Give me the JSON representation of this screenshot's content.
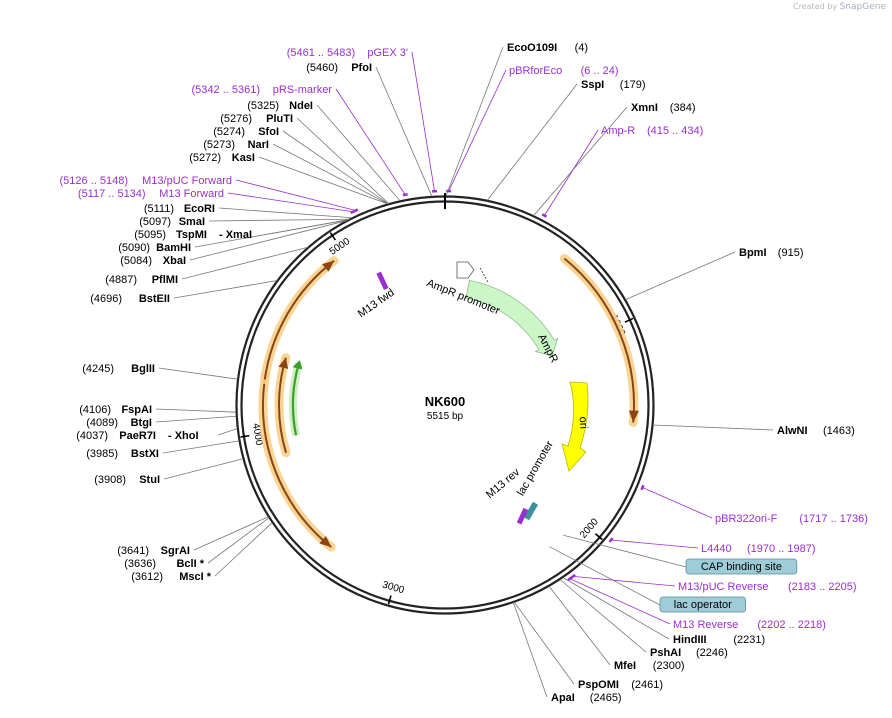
{
  "app": {
    "credit_prefix": "Created by",
    "credit_brand": "SnapGene"
  },
  "plasmid": {
    "name": "NK600",
    "size_label": "5515 bp",
    "length": 5515
  },
  "ring_ticks": [
    {
      "label": "1000",
      "bp": 1000
    },
    {
      "label": "2000",
      "bp": 2000
    },
    {
      "label": "3000",
      "bp": 3000
    },
    {
      "label": "4000",
      "bp": 4000
    },
    {
      "label": "5000",
      "bp": 5000
    }
  ],
  "sites": [
    {
      "name": "EcoO109I",
      "pos": "(4)",
      "bp": 4,
      "side": "right"
    },
    {
      "name": "SspI",
      "pos": "(179)",
      "bp": 179,
      "side": "right"
    },
    {
      "name": "XmnI",
      "pos": "(384)",
      "bp": 384,
      "side": "right"
    },
    {
      "name": "BpmI",
      "pos": "(915)",
      "bp": 915,
      "side": "right"
    },
    {
      "name": "AlwNI",
      "pos": "(1463)",
      "bp": 1463,
      "side": "right"
    },
    {
      "name": "HindIII",
      "pos": "(2231)",
      "bp": 2231,
      "side": "right"
    },
    {
      "name": "PshAI",
      "pos": "(2246)",
      "bp": 2246,
      "side": "right"
    },
    {
      "name": "MfeI",
      "pos": "(2300)",
      "bp": 2300,
      "side": "right"
    },
    {
      "name": "PspOMI",
      "pos": "(2461)",
      "bp": 2461,
      "side": "right"
    },
    {
      "name": "ApaI",
      "pos": "(2465)",
      "bp": 2465,
      "side": "right"
    },
    {
      "name": "PfoI",
      "pos": "(5460)",
      "bp": 5460,
      "side": "left"
    },
    {
      "name": "NdeI",
      "pos": "(5325)",
      "bp": 5325,
      "side": "left"
    },
    {
      "name": "PluTI",
      "pos": "(5276)",
      "bp": 5276,
      "side": "left"
    },
    {
      "name": "SfoI",
      "pos": "(5274)",
      "bp": 5274,
      "side": "left"
    },
    {
      "name": "NarI",
      "pos": "(5273)",
      "bp": 5273,
      "side": "left"
    },
    {
      "name": "KasI",
      "pos": "(5272)",
      "bp": 5272,
      "side": "left"
    },
    {
      "name": "EcoRI",
      "pos": "(5111)",
      "bp": 5111,
      "side": "left"
    },
    {
      "name": "SmaI",
      "pos": "(5097)",
      "bp": 5097,
      "side": "left"
    },
    {
      "name": "TspMI",
      "pos": "(5095)",
      "bp": 5095,
      "side": "left",
      "extra": "- XmaI"
    },
    {
      "name": "BamHI",
      "pos": "(5090)",
      "bp": 5090,
      "side": "left"
    },
    {
      "name": "XbaI",
      "pos": "(5084)",
      "bp": 5084,
      "side": "left"
    },
    {
      "name": "PflMI",
      "pos": "(4887)",
      "bp": 4887,
      "side": "left"
    },
    {
      "name": "BstEII",
      "pos": "(4696)",
      "bp": 4696,
      "side": "left"
    },
    {
      "name": "BglII",
      "pos": "(4245)",
      "bp": 4245,
      "side": "left"
    },
    {
      "name": "FspAI",
      "pos": "(4106)",
      "bp": 4106,
      "side": "left"
    },
    {
      "name": "BtgI",
      "pos": "(4089)",
      "bp": 4089,
      "side": "left"
    },
    {
      "name": "PaeR7I",
      "pos": "(4037)",
      "bp": 4037,
      "side": "left",
      "extra": "- XhoI"
    },
    {
      "name": "BstXI",
      "pos": "(3985)",
      "bp": 3985,
      "side": "left"
    },
    {
      "name": "StuI",
      "pos": "(3908)",
      "bp": 3908,
      "side": "left"
    },
    {
      "name": "SgrAI",
      "pos": "(3641)",
      "bp": 3641,
      "side": "left"
    },
    {
      "name": "BclI *",
      "pos": "(3636)",
      "bp": 3636,
      "side": "left"
    },
    {
      "name": "MscI *",
      "pos": "(3612)",
      "bp": 3612,
      "side": "left"
    }
  ],
  "primers": [
    {
      "name": "pGEX 3'",
      "range": "(5461 .. 5483)",
      "bp": 5472,
      "side": "left"
    },
    {
      "name": "pBRforEco",
      "range": "(6 .. 24)",
      "bp": 15,
      "side": "right"
    },
    {
      "name": "pRS-marker",
      "range": "(5342 .. 5361)",
      "bp": 5351,
      "side": "left"
    },
    {
      "name": "Amp-R",
      "range": "(415 .. 434)",
      "bp": 424,
      "side": "right"
    },
    {
      "name": "M13/pUC Forward",
      "range": "(5126 .. 5148)",
      "bp": 5137,
      "side": "left"
    },
    {
      "name": "M13 Forward",
      "range": "(5117 .. 5134)",
      "bp": 5125,
      "side": "left"
    },
    {
      "name": "pBR322ori-F",
      "range": "(1717 .. 1736)",
      "bp": 1726,
      "side": "right"
    },
    {
      "name": "L4440",
      "range": "(1970 .. 1987)",
      "bp": 1978,
      "side": "right"
    },
    {
      "name": "M13/pUC Reverse",
      "range": "(2183 .. 2205)",
      "bp": 2194,
      "side": "right"
    },
    {
      "name": "M13 Reverse",
      "range": "(2202 .. 2218)",
      "bp": 2210,
      "side": "right"
    }
  ],
  "boxed_features": [
    {
      "name": "CAP binding site",
      "bp": 2110
    },
    {
      "name": "lac operator",
      "bp": 2200
    }
  ],
  "inner_labels": {
    "ampr_promoter": "AmpR promoter",
    "ampr": "AmpR",
    "ori": "ori",
    "lac_promoter": "lac promoter",
    "m13_rev": "M13 rev",
    "m13_fwd": "M13 fwd"
  },
  "colors": {
    "primer": "#9a2ed0",
    "ampr_fill": "#ccf5c8",
    "ori_fill": "#ffff00",
    "orf_brown": "#8b4513",
    "orf_halo": "#f7d08a",
    "green_orf": "#3aa02a",
    "box_fill": "#9ecdd9",
    "ring": "#222222",
    "leader": "#777777"
  }
}
